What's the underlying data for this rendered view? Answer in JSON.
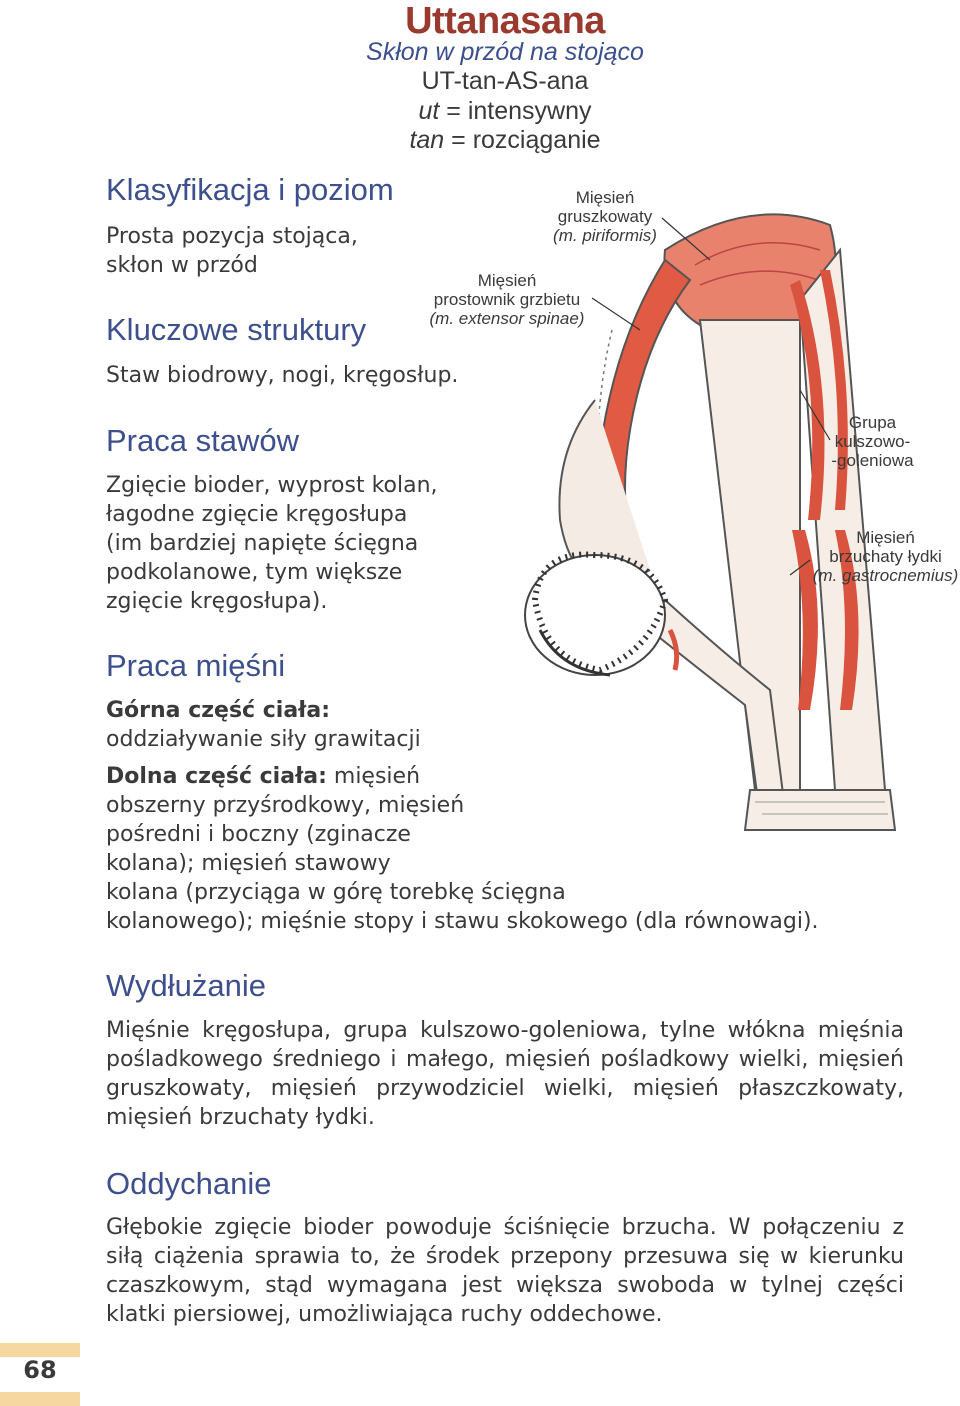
{
  "header": {
    "title": "Uttanasana",
    "subtitle": "Skłon w przód na stojąco",
    "pronunciation": "UT-tan-AS-ana",
    "etymology_1_term": "ut",
    "etymology_1_def": " = intensywny",
    "etymology_2_term": "tan",
    "etymology_2_def": " = rozciąganie"
  },
  "sections": {
    "classification": {
      "heading": "Klasyfikacja i poziom",
      "line1": "Prosta pozycja stojąca,",
      "line2": "skłon w przód"
    },
    "key_structures": {
      "heading": "Kluczowe struktury",
      "text": "Staw biodrowy, nogi, kręgosłup."
    },
    "joint_work": {
      "heading": "Praca stawów",
      "lines": [
        "Zgięcie bioder, wyprost kolan,",
        "łagodne zgięcie kręgosłupa",
        "(im bardziej napięte ścięgna",
        "podkolanowe, tym większe",
        "zgięcie kręgosłupa)."
      ]
    },
    "muscle_work": {
      "heading": "Praca mięśni",
      "upper_label": "Górna część ciała:",
      "upper_text": "oddziaływanie siły grawitacji",
      "lower_label": "Dolna część ciała:",
      "lower_first": " mięsień",
      "lower_lines": [
        "obszerny przyśrodkowy, mięsień",
        "pośredni i boczny (zginacze",
        "kolana); mięsień stawowy",
        "kolana (przyciąga w górę torebkę ścięgna",
        "kolanowego); mięśnie stopy i stawu skokowego (dla równowagi)."
      ]
    },
    "lengthening": {
      "heading": "Wydłużanie",
      "text": "Mięśnie kręgosłupa, grupa kulszowo-goleniowa, tylne włókna mięśnia pośladkowego średniego i małego, mięsień pośladkowy wielki, mięsień gruszkowaty, mięsień przywodziciel wielki, mięsień płaszczkowaty, mięsień brzuchaty łydki."
    },
    "breathing": {
      "heading": "Oddychanie",
      "text": "Głębokie zgięcie bioder powoduje ściśnięcie brzucha. W połączeniu z siłą ciążenia sprawia to, że środek przepony przesuwa się w kierunku czaszkowym, stąd wymagana jest większa swoboda w tylnej części klatki piersiowej, umożliwiająca ruchy oddechowe."
    }
  },
  "illustration_labels": {
    "piriformis": {
      "l1": "Mięsień",
      "l2": "gruszkowaty",
      "l3": "(m. piriformis)"
    },
    "erector": {
      "l1": "Mięsień",
      "l2": "prostownik grzbietu",
      "l3": "(m. extensor spinae)"
    },
    "hamstrings": {
      "l1": "Grupa",
      "l2": "kulszowo-",
      "l3": "-goleniowa"
    },
    "gastrocnemius": {
      "l1": "Mięsień",
      "l2": "brzuchaty łydki",
      "l3": "(m. gastrocnemius)"
    }
  },
  "page_number": "68",
  "colors": {
    "title": "#9a3a2e",
    "headings": "#3d4f8c",
    "muscle": "#d9533e",
    "page_tab": "#f6d7a0"
  }
}
